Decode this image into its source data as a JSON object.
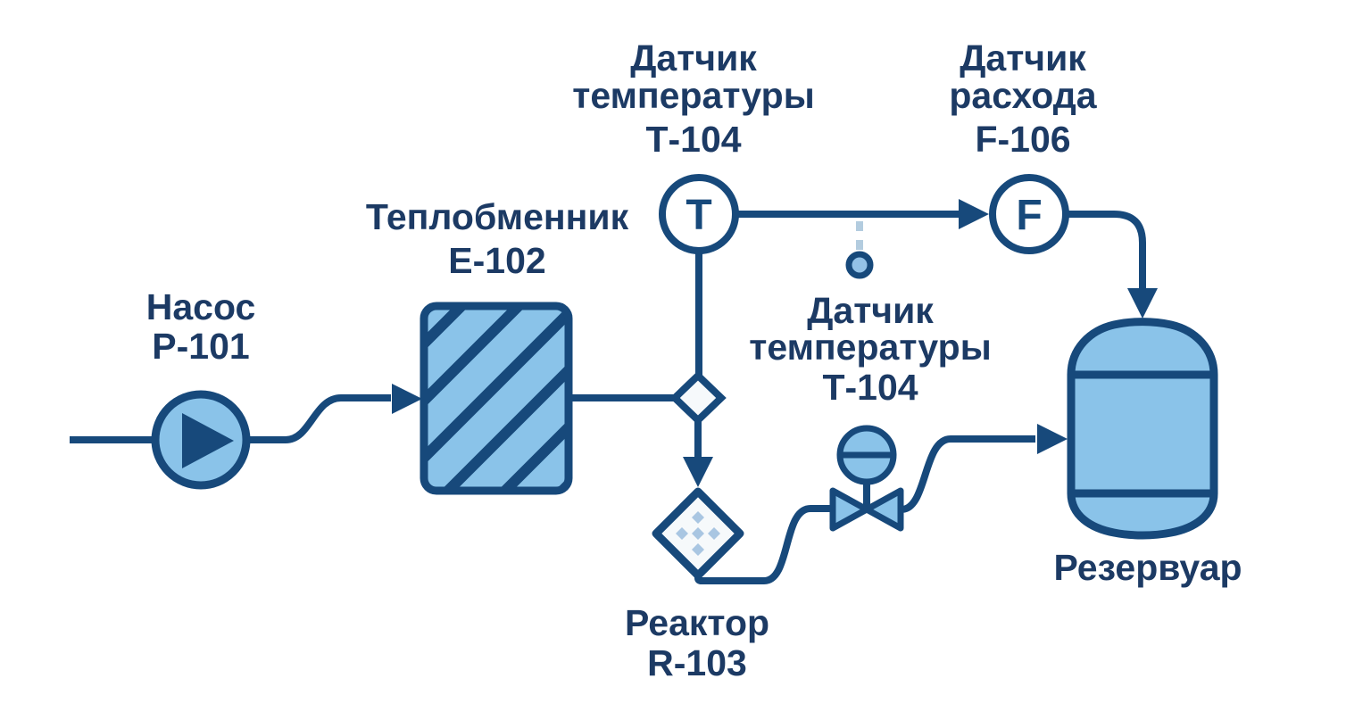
{
  "colors": {
    "stroke": "#17497B",
    "text": "#1C3A64",
    "fill_light": "#8AC3E9",
    "fill_white": "#FFFFFF",
    "fill_faint": "#F6F9FB",
    "dot_fill": "#93C1E6",
    "leader": "#B3CCDF",
    "reactor_dot": "#A9C6E2",
    "background": "#FFFFFF"
  },
  "equipment": {
    "pump": {
      "name": "Насос",
      "tag": "P-101"
    },
    "heat_exchanger": {
      "name": "Теплобменник",
      "tag": "E-102"
    },
    "temp_sensor_top": {
      "name_line1": "Датчик",
      "name_line2": "температуры",
      "tag": "Т-104",
      "symbol": "T"
    },
    "flow_sensor": {
      "name_line1": "Датчик",
      "name_line2": "расхода",
      "tag": "F-106",
      "symbol": "F"
    },
    "temp_sensor_valve": {
      "name_line1": "Датчик",
      "name_line2": "температуры",
      "tag": "Т-104"
    },
    "reactor": {
      "name": "Реактор",
      "tag": "R-103"
    },
    "tank": {
      "name": "Резервуар"
    }
  }
}
